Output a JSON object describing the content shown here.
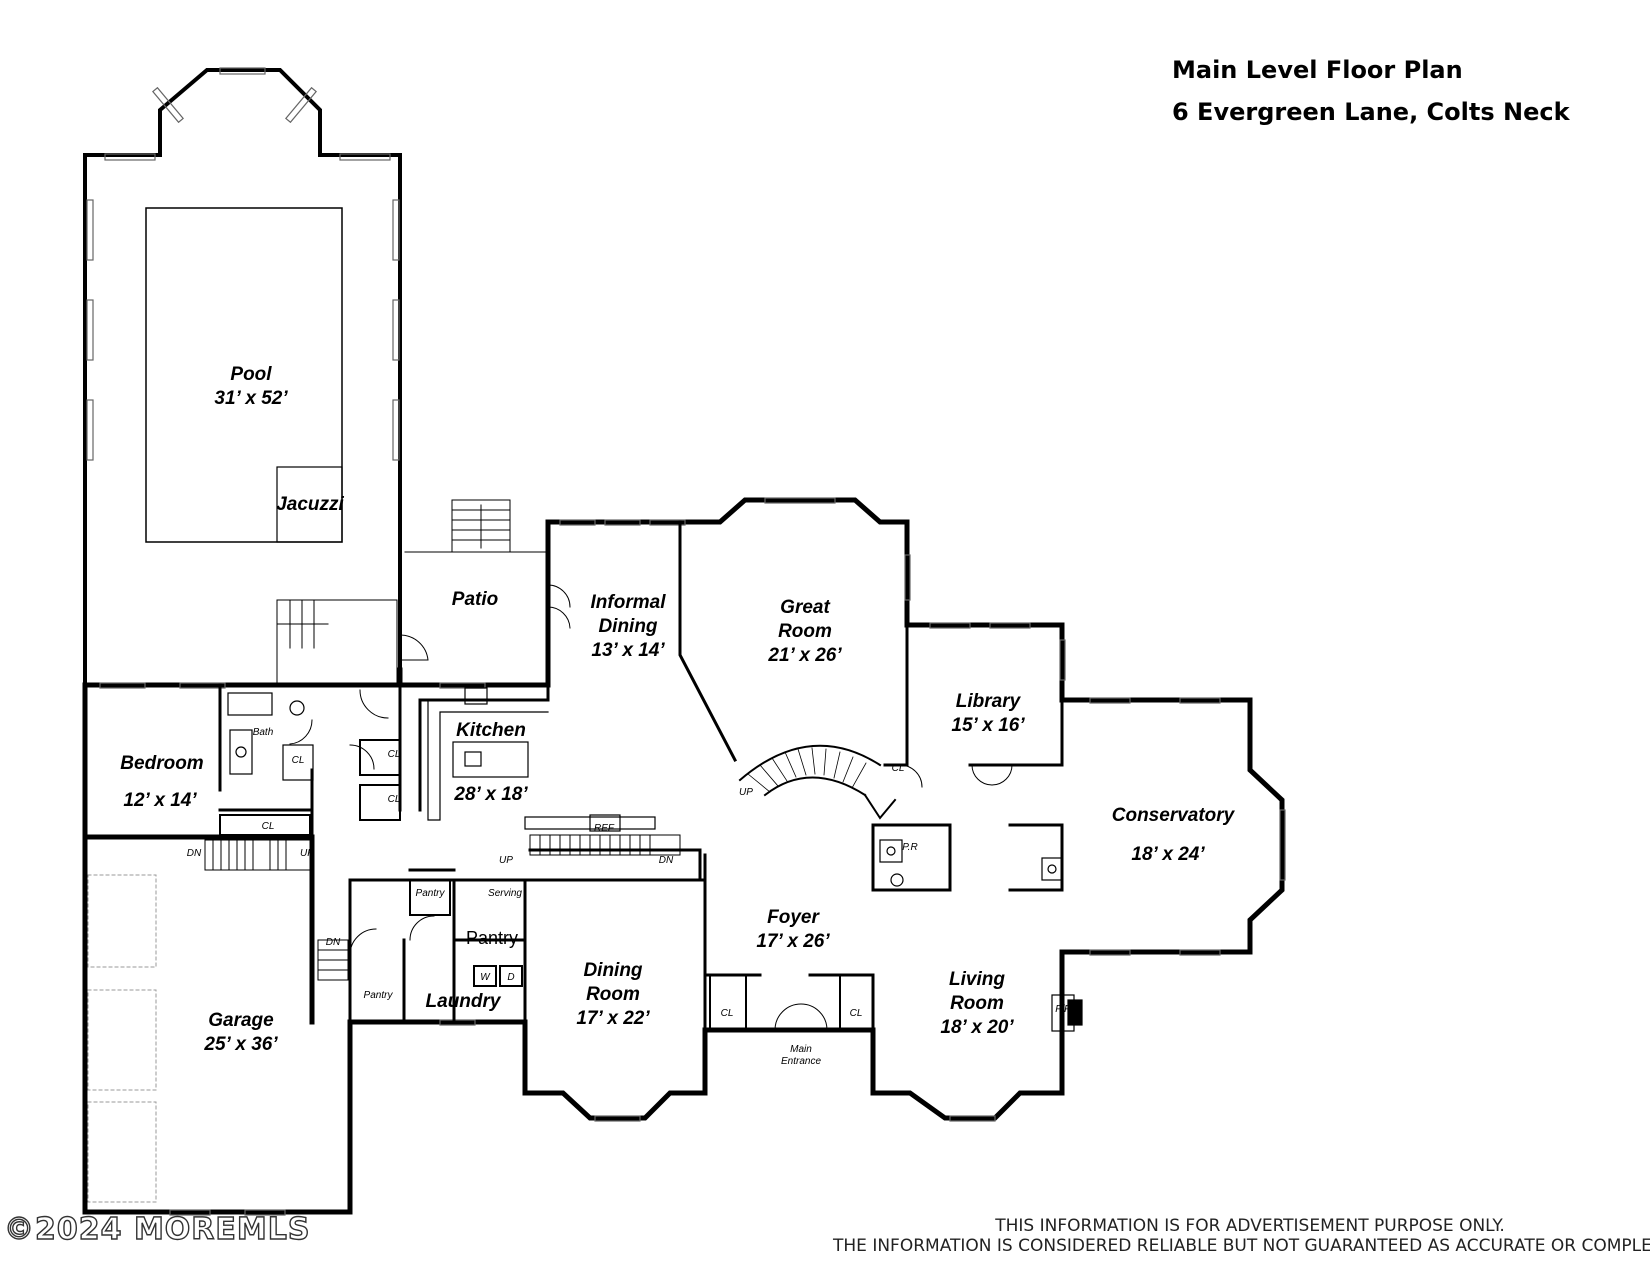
{
  "header": {
    "title": "Main Level Floor Plan",
    "address": "6 Evergreen Lane, Colts Neck"
  },
  "rooms": {
    "pool": {
      "name": "Pool",
      "dims": "31’ x 52’"
    },
    "jacuzzi": {
      "name": "Jacuzzi"
    },
    "patio": {
      "name": "Patio"
    },
    "informal_dining": {
      "name_line1": "Informal",
      "name_line2": "Dining",
      "dims": "13’ x 14’"
    },
    "great_room": {
      "name_line1": "Great",
      "name_line2": "Room",
      "dims": "21’ x 26’"
    },
    "library": {
      "name": "Library",
      "dims": "15’ x 16’"
    },
    "conservatory": {
      "name": "Conservatory",
      "dims": "18’ x 24’"
    },
    "bedroom": {
      "name": "Bedroom",
      "dims": "12’ x 14’"
    },
    "kitchen": {
      "name": "Kitchen",
      "dims": "28’ x 18’"
    },
    "foyer": {
      "name": "Foyer",
      "dims": "17’ x 26’"
    },
    "dining_room": {
      "name_line1": "Dining",
      "name_line2": "Room",
      "dims": "17’ x 22’"
    },
    "living_room": {
      "name_line1": "Living",
      "name_line2": "Room",
      "dims": "18’ x 20’"
    },
    "garage": {
      "name": "Garage",
      "dims": "25’ x 36’"
    },
    "laundry": {
      "name": "Laundry"
    },
    "pantry_large": {
      "name": "Pantry"
    }
  },
  "small_labels": {
    "bath": "Bath",
    "cl": "CL",
    "pr": "P.R",
    "ref": "REF",
    "up": "UP",
    "dn": "DN",
    "pantry": "Pantry",
    "serving": "Serving",
    "w": "W",
    "d": "D",
    "fp": "F/P",
    "main_entrance_1": "Main",
    "main_entrance_2": "Entrance"
  },
  "footer": {
    "disclaimer_line1": "THIS INFORMATION IS FOR ADVERTISEMENT PURPOSE ONLY.",
    "disclaimer_line2": "THE INFORMATION IS CONSIDERED RELIABLE BUT NOT GUARANTEED AS ACCURATE OR COMPLETE",
    "watermark": "©2024 MOREMLS"
  }
}
